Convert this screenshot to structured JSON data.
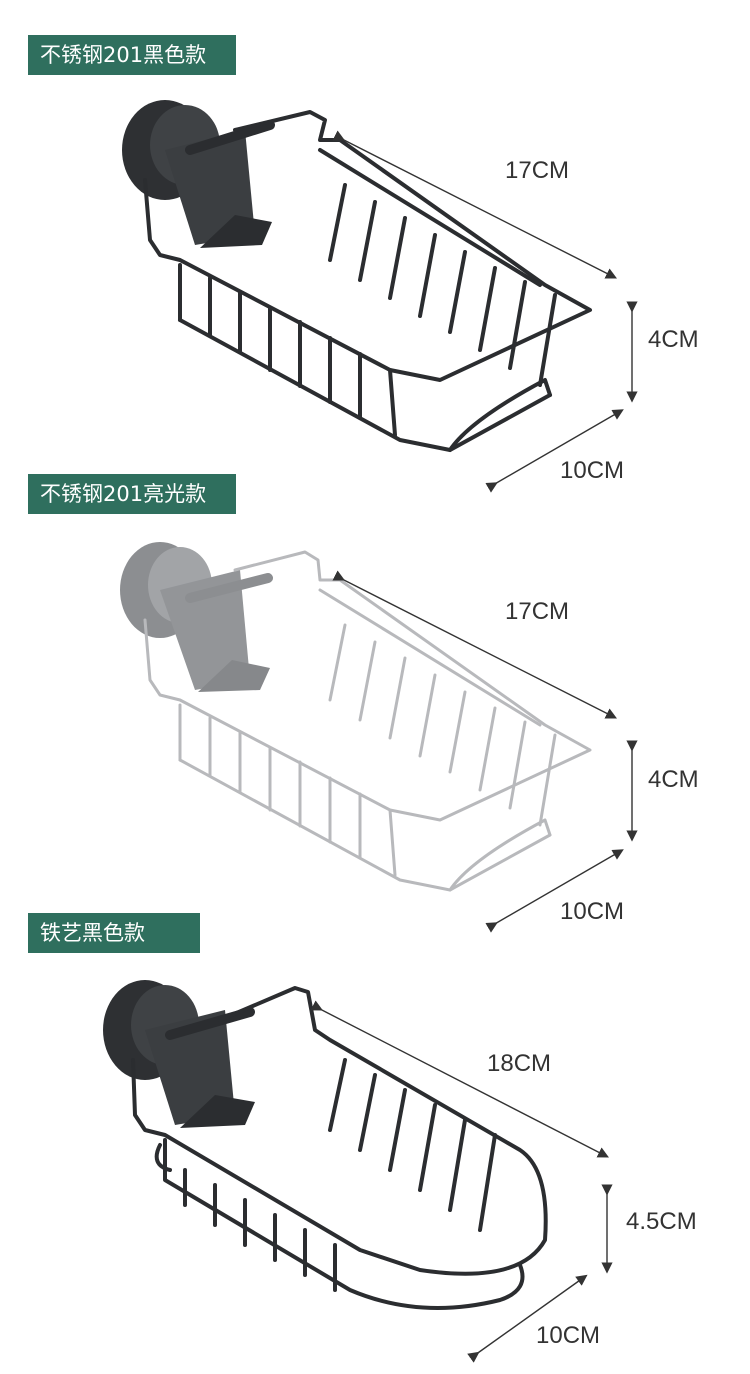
{
  "colors": {
    "label_bg": "#2f6f5e",
    "label_text": "#ffffff",
    "dimension_text": "#333333",
    "black_wire": "#2b2d30",
    "silver_wire": "#b8b9bc",
    "grey_clamp": "#8c8e91"
  },
  "products": [
    {
      "label": "不锈钢201黑色款",
      "length": "17CM",
      "height": "4CM",
      "width": "10CM"
    },
    {
      "label": "不锈钢201亮光款",
      "length": "17CM",
      "height": "4CM",
      "width": "10CM"
    },
    {
      "label": "铁艺黑色款",
      "length": "18CM",
      "height": "4.5CM",
      "width": "10CM"
    }
  ]
}
